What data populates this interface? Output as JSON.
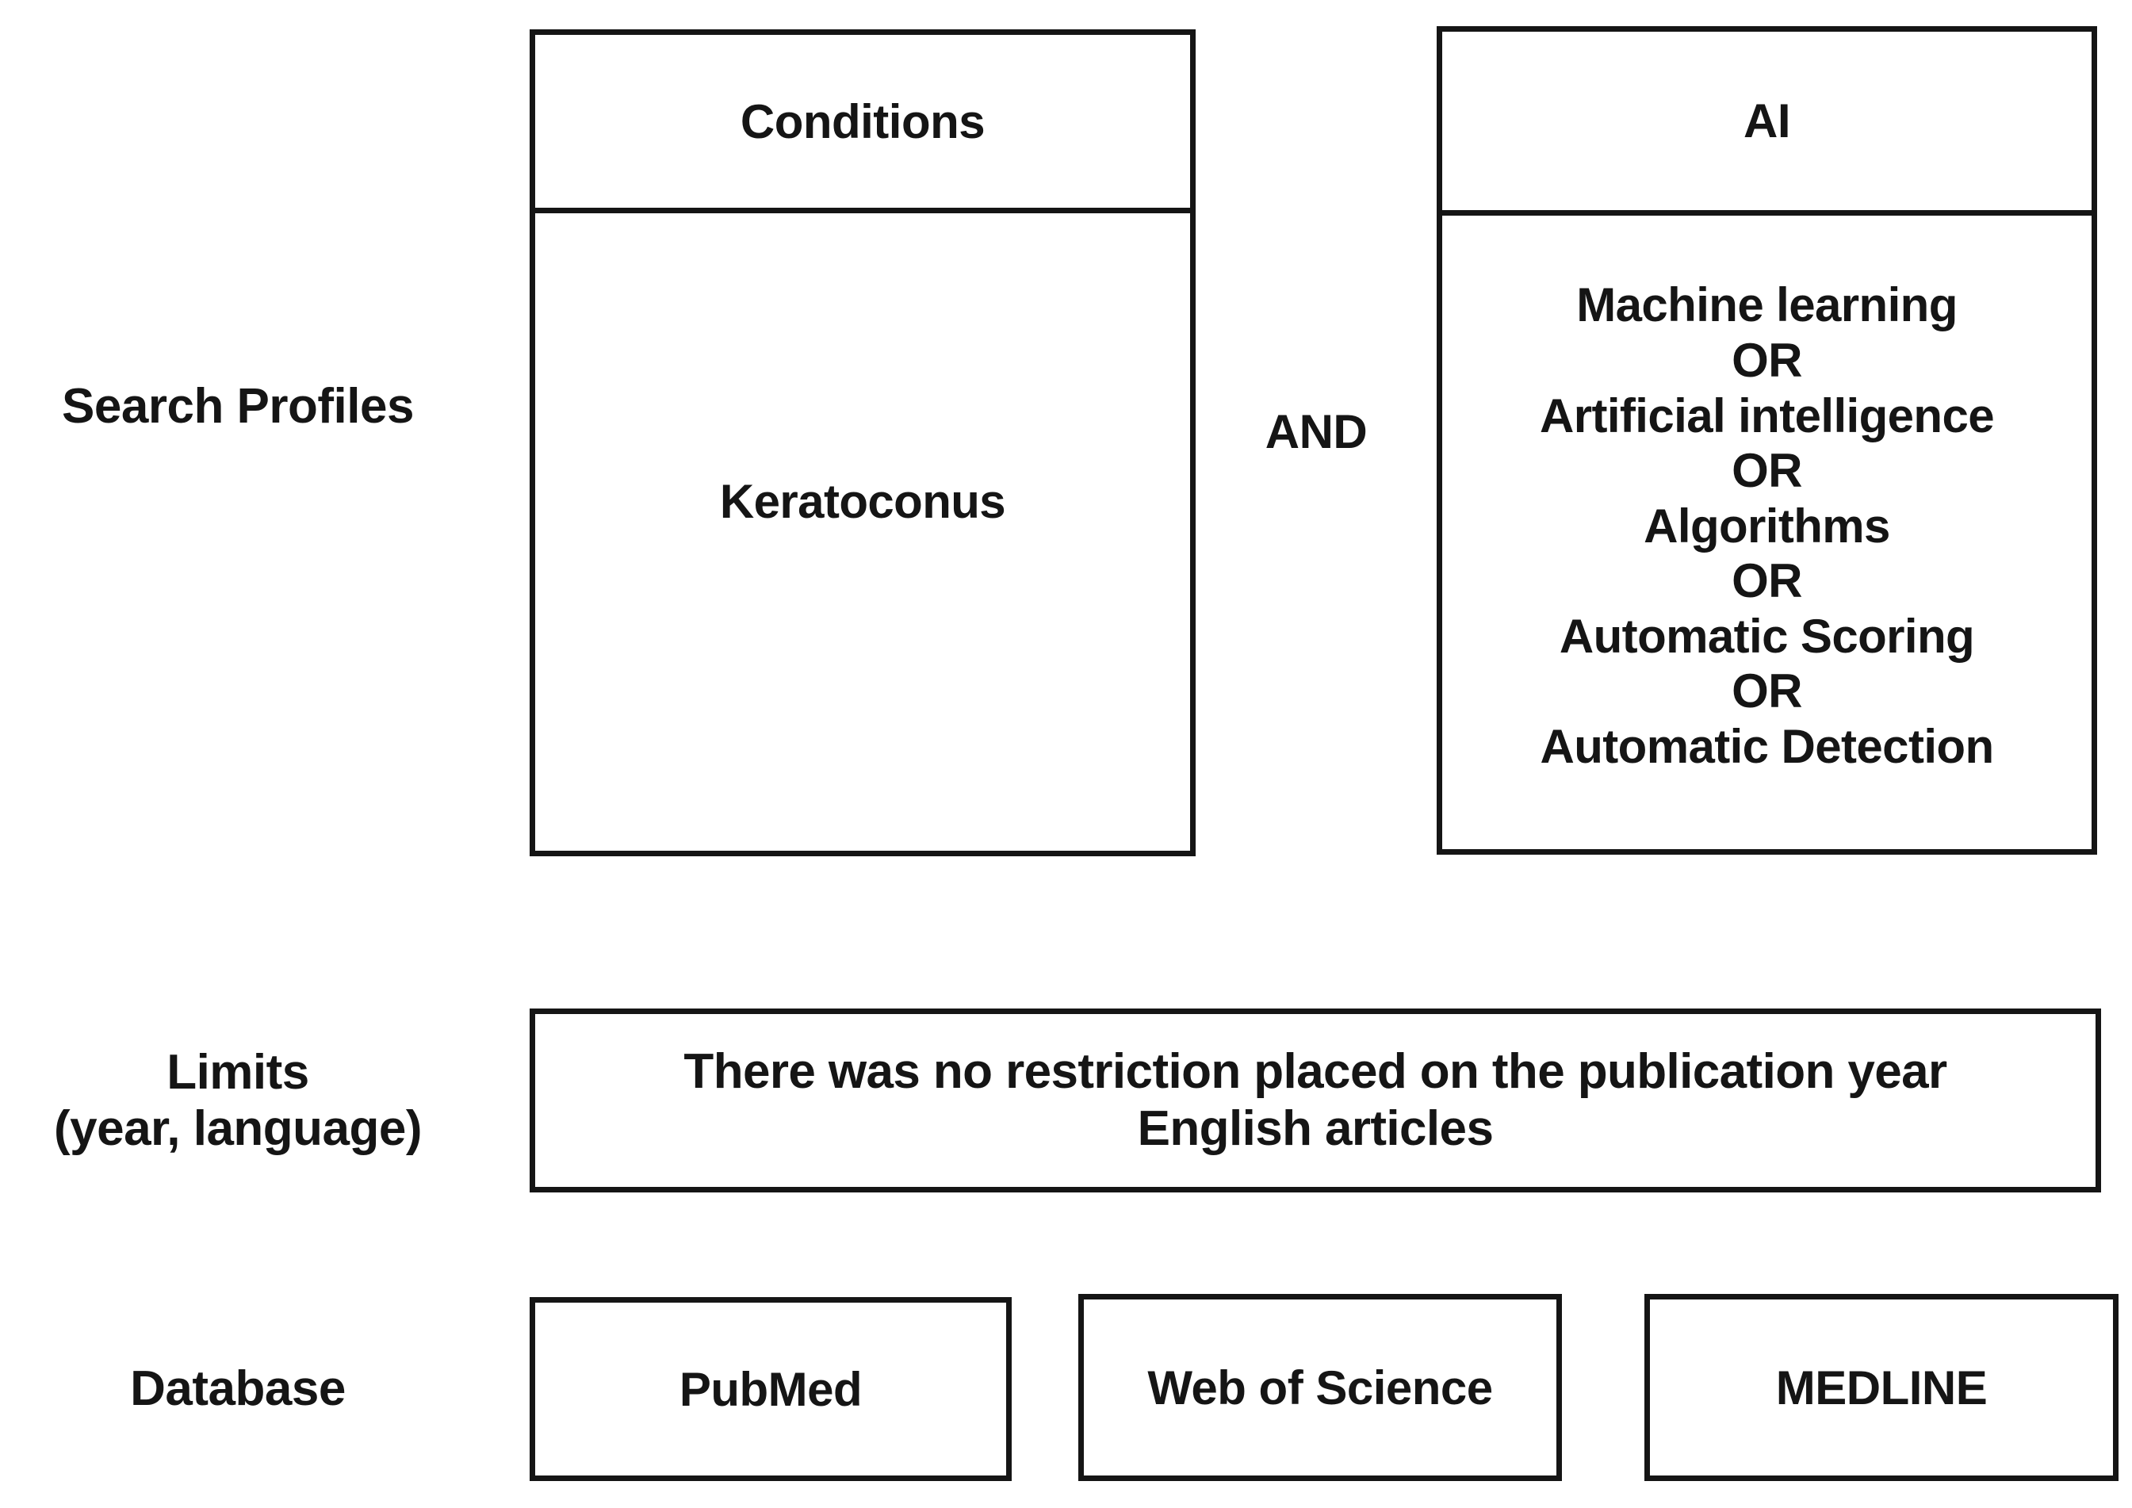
{
  "figure": {
    "type": "search-strategy-diagram",
    "background_color": "#ffffff",
    "line_color": "#151515",
    "text_color": "#151515"
  },
  "rows": {
    "search_profiles": {
      "label": "Search Profiles"
    },
    "limits": {
      "label": "Limits\n(year, language)"
    },
    "database": {
      "label": "Database"
    }
  },
  "search_profiles": {
    "connector": "AND",
    "columns": [
      {
        "header": "Conditions",
        "terms": [
          "Keratoconus"
        ],
        "operators": []
      },
      {
        "header": "AI",
        "terms": [
          "Machine learning",
          "Artificial intelligence",
          "Algorithms",
          "Automatic Scoring",
          "Automatic Detection"
        ],
        "operators": [
          "OR",
          "OR",
          "OR",
          "OR"
        ]
      }
    ]
  },
  "limits": {
    "text": "There was no restriction placed on the publication year\nEnglish articles",
    "lines": [
      "There was no restriction placed on the publication year",
      "English articles"
    ]
  },
  "databases": [
    {
      "name": "PubMed"
    },
    {
      "name": "Web of Science"
    },
    {
      "name": "MEDLINE"
    }
  ]
}
